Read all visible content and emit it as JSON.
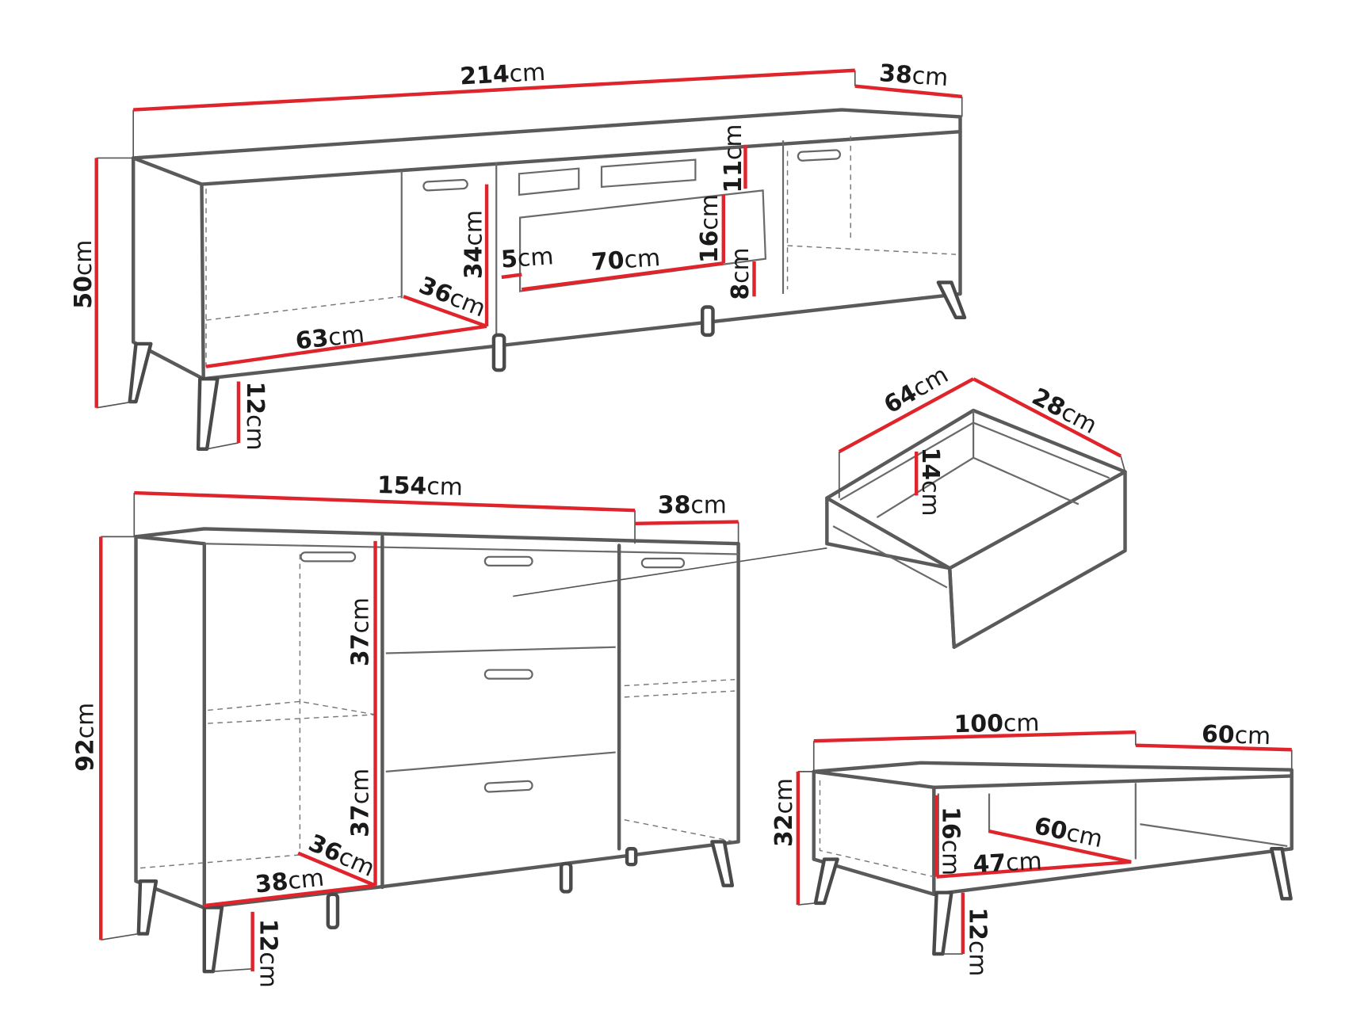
{
  "unit": "cm",
  "colors": {
    "dimension_line": "#e0242c",
    "outline": "#5a5a5a"
  },
  "tv_stand": {
    "width": "214",
    "depth": "38",
    "height": "50",
    "leg_height": "12",
    "compartment_width": "63",
    "compartment_depth": "36",
    "compartment_height": "34",
    "opening_margin": "5",
    "opening_width": "70",
    "opening_height": "16",
    "top_panel_height": "11",
    "bottom_margin": "8"
  },
  "drawer": {
    "width": "64",
    "depth": "28",
    "height": "14"
  },
  "sideboard": {
    "width": "154",
    "depth": "38",
    "height": "92",
    "upper_shelf_height": "37",
    "lower_shelf_height": "37",
    "shelf_depth": "36",
    "shelf_width": "38",
    "leg_height": "12"
  },
  "coffee_table": {
    "width": "100",
    "depth": "60",
    "height": "32",
    "shelf_height": "16",
    "shelf_width": "47",
    "shelf_depth": "60",
    "leg_height": "12"
  }
}
